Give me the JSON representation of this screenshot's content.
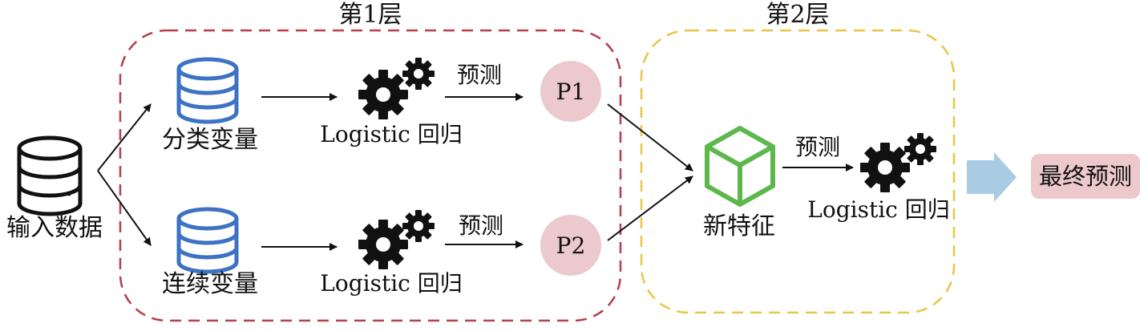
{
  "layers": {
    "layer1_title": "第1层",
    "layer2_title": "第2层"
  },
  "nodes": {
    "input_data": "输入数据",
    "categorical_var": "分类变量",
    "continuous_var": "连续变量",
    "new_feature": "新特征",
    "p1": "P1",
    "p2": "P2",
    "final_prediction": "最终预测"
  },
  "models": {
    "lr_top": "Logistic 回归",
    "lr_bottom": "Logistic 回归",
    "lr_layer2": "Logistic 回归"
  },
  "edges": {
    "predict_top": "预测",
    "predict_bottom": "预测",
    "predict_layer2": "预测"
  },
  "colors": {
    "layer1_border": "#b5404e",
    "layer2_border": "#e8c64a",
    "database_blue": "#3e72c4",
    "prediction_node_fill": "#ecc9cc",
    "cube_green": "#5cb84a",
    "output_arrow": "#a9cbe4",
    "output_box_fill": "#edc9cc"
  },
  "icons": [
    "database-icon",
    "gears-icon",
    "cube-icon",
    "right-arrow-icon"
  ]
}
